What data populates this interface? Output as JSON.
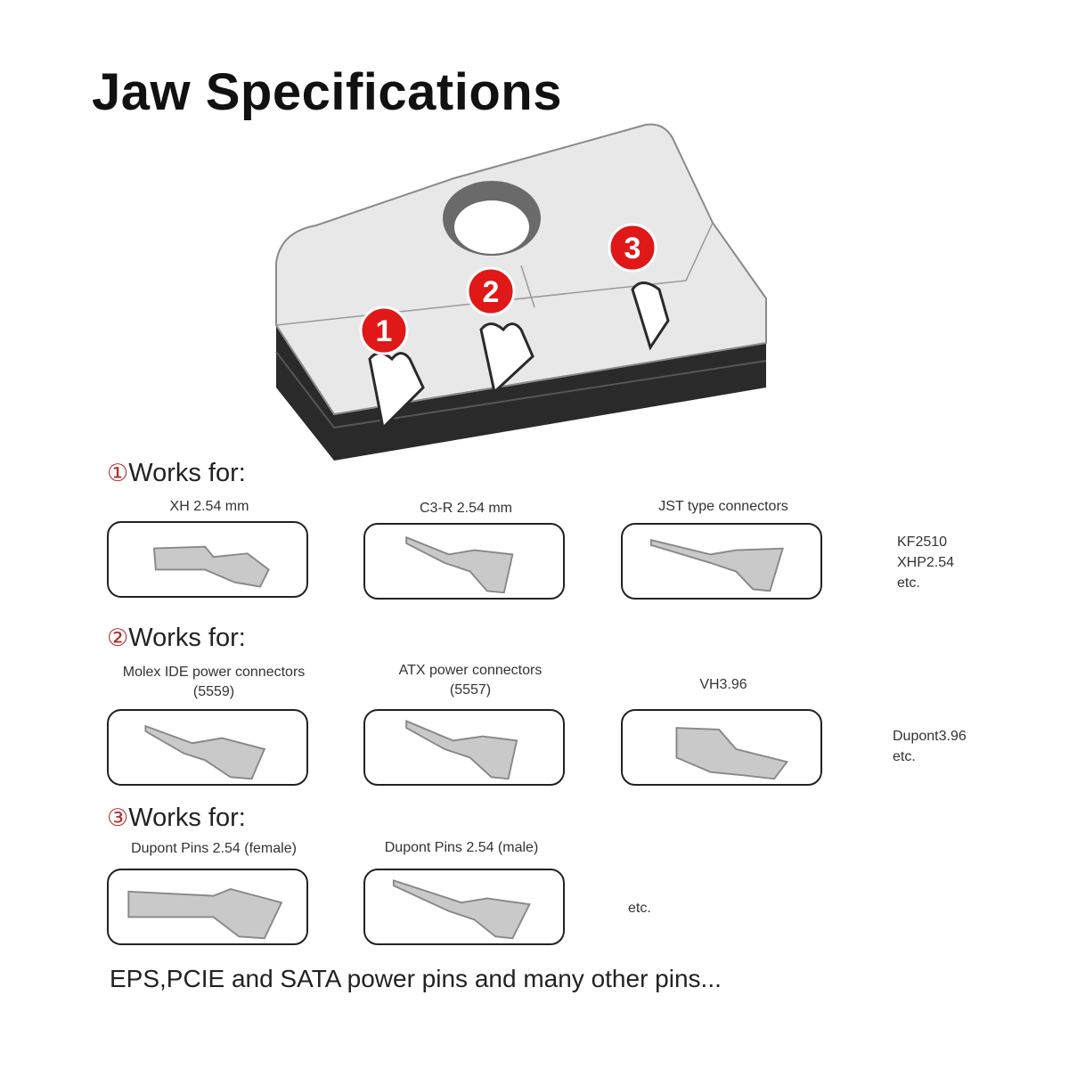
{
  "title": "Jaw Specifications",
  "jaw_markers": [
    "1",
    "2",
    "3"
  ],
  "sections": [
    {
      "number": "①",
      "heading": "Works for:",
      "items": [
        {
          "caption": "XH 2.54 mm",
          "icon": "terminal-pin-icon"
        },
        {
          "caption": "C3-R 2.54 mm",
          "icon": "terminal-pin-icon"
        },
        {
          "caption": "JST type connectors",
          "icon": "terminal-pin-icon"
        }
      ],
      "side_note": [
        "KF2510",
        "XHP2.54",
        "etc."
      ]
    },
    {
      "number": "②",
      "heading": "Works for:",
      "items": [
        {
          "caption": "Molex IDE power connectors",
          "caption2": "(5559)",
          "icon": "terminal-pin-icon"
        },
        {
          "caption": "ATX power connectors",
          "caption2": "(5557)",
          "icon": "terminal-pin-icon"
        },
        {
          "caption": "VH3.96",
          "icon": "terminal-pin-icon"
        }
      ],
      "side_note": [
        "Dupont3.96",
        "etc."
      ]
    },
    {
      "number": "③",
      "heading": "Works for:",
      "items": [
        {
          "caption": "Dupont Pins 2.54 (female)",
          "icon": "terminal-pin-icon"
        },
        {
          "caption": "Dupont Pins 2.54 (male)",
          "icon": "terminal-pin-icon"
        }
      ],
      "side_note": [
        "etc."
      ]
    }
  ],
  "footer": "EPS,PCIE and SATA power pins and many other pins...",
  "colors": {
    "marker_red": "#e01818",
    "jaw_face": "#e8e8e8",
    "jaw_dark": "#2a2a2a",
    "section_number": "#b03030"
  }
}
